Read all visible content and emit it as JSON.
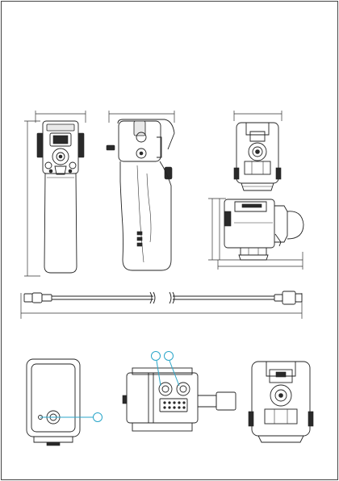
{
  "views": [
    {
      "name": "front-view"
    },
    {
      "name": "side-view"
    },
    {
      "name": "top-view-clamp"
    },
    {
      "name": "side-view-clamp"
    },
    {
      "name": "usb-cable-view"
    },
    {
      "name": "clamp-back-view"
    },
    {
      "name": "clamp-bottom-view"
    },
    {
      "name": "clamp-front-view"
    }
  ],
  "callouts": [
    {
      "id": "callout-1"
    },
    {
      "id": "callout-2"
    },
    {
      "id": "callout-3"
    }
  ],
  "colors": {
    "line": "#222222",
    "accent": "#2aa6c9",
    "fill": "#e9e9e9"
  }
}
